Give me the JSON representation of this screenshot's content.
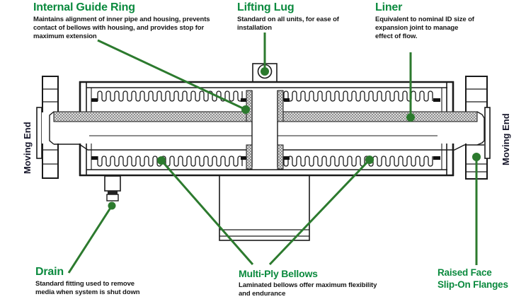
{
  "colors": {
    "heading_green": "#0b8a3e",
    "leader_green": "#2c7a2e",
    "diagram_stroke": "#1a1a1a",
    "description_text": "#161616",
    "moving_end_text": "#17172b"
  },
  "labels": {
    "internal_guide_ring": {
      "title": "Internal Guide Ring",
      "desc_lines": [
        "Maintains alignment of inner pipe and housing, prevents",
        "contact of bellows with housing, and provides stop for",
        "maximum extension"
      ]
    },
    "lifting_lug": {
      "title": "Lifting Lug",
      "desc_lines": [
        "Standard on all units, for ease of",
        "installation"
      ]
    },
    "liner": {
      "title": "Liner",
      "desc_lines": [
        "Equivalent to nominal ID size of",
        "expansion joint to manage",
        "effect of flow."
      ]
    },
    "drain": {
      "title": "Drain",
      "desc_lines": [
        "Standard fitting used to remove",
        "media when system is shut down"
      ]
    },
    "multi_ply_bellows": {
      "title": "Multi-Ply Bellows",
      "desc_lines": [
        "Laminated bellows offer maximum flexibility",
        "and endurance"
      ]
    },
    "raised_face_flanges": {
      "title_lines": [
        "Raised Face",
        "Slip-On Flanges"
      ]
    },
    "moving_end_left": "Moving End",
    "moving_end_right": "Moving End"
  }
}
